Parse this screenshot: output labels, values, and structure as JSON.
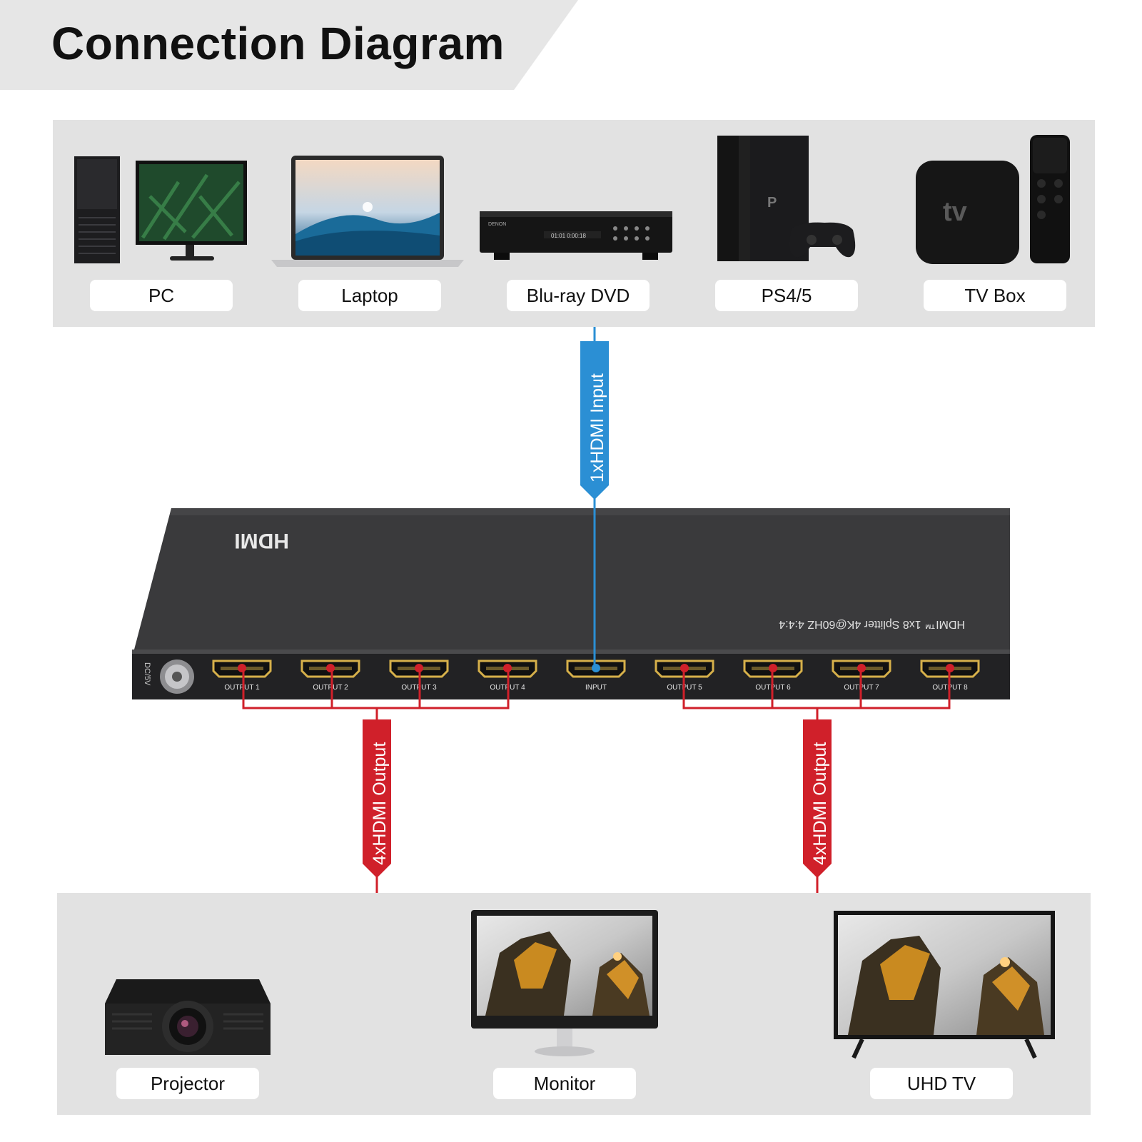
{
  "header": {
    "title": "Connection Diagram"
  },
  "sources": [
    {
      "label": "PC",
      "icon": "pc-icon"
    },
    {
      "label": "Laptop",
      "icon": "laptop-icon"
    },
    {
      "label": "Blu-ray DVD",
      "icon": "bluray-player-icon"
    },
    {
      "label": "PS4/5",
      "icon": "game-console-icon"
    },
    {
      "label": "TV Box",
      "icon": "tv-box-icon"
    }
  ],
  "input_link": {
    "label": "1xHDMI Input",
    "color": "#2b8fd4"
  },
  "output_links": [
    {
      "label": "4xHDMI Output",
      "color": "#d0202a"
    },
    {
      "label": "4xHDMI Output",
      "color": "#d0202a"
    }
  ],
  "splitter": {
    "model_text": "HDMI™ 1x8 Splitter 4K@60HZ 4:4:4",
    "logo_text": "HDMI",
    "power_label": "DC/5V",
    "ports": [
      "OUTPUT 1",
      "OUTPUT 2",
      "OUTPUT 3",
      "OUTPUT 4",
      "INPUT",
      "OUTPUT 5",
      "OUTPUT 6",
      "OUTPUT 7",
      "OUTPUT 8"
    ]
  },
  "displays": [
    {
      "label": "Projector",
      "icon": "projector-icon"
    },
    {
      "label": "Monitor",
      "icon": "monitor-icon"
    },
    {
      "label": "UHD TV",
      "icon": "uhd-tv-icon"
    }
  ]
}
